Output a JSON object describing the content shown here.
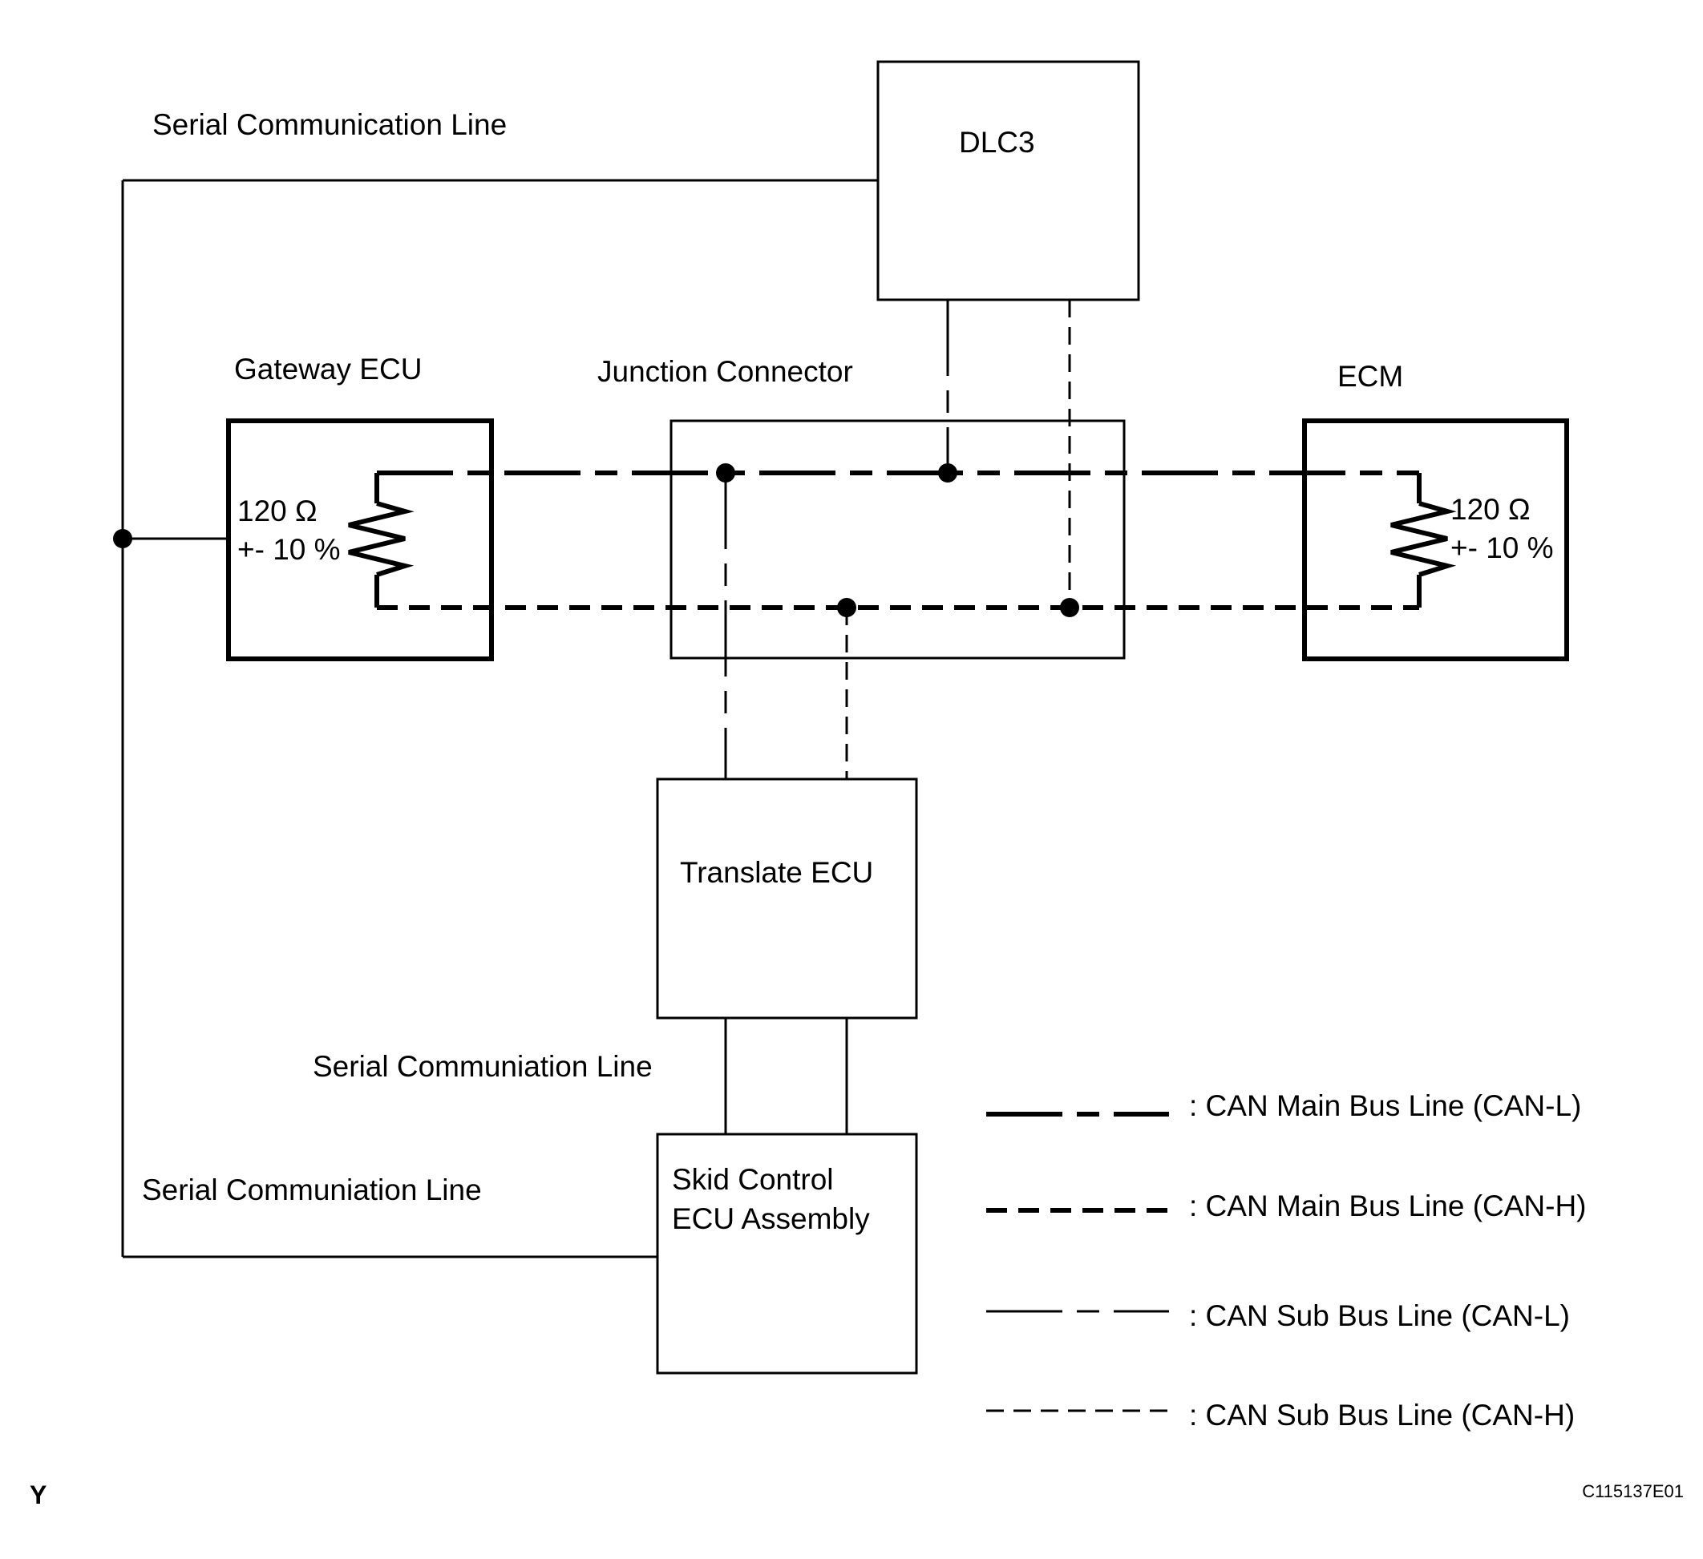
{
  "labels": {
    "serial_top": "Serial Communication Line",
    "serial_mid": "Serial Communiation Line",
    "serial_bottom": "Serial Communiation Line",
    "junction": "Junction Connector",
    "gateway": "Gateway ECU",
    "ecm": "ECM"
  },
  "boxes": {
    "dlc3": "DLC3",
    "translate": "Translate ECU",
    "skid_line1": "Skid Control",
    "skid_line2": "ECU Assembly"
  },
  "resistors": {
    "gateway_value": "120 Ω",
    "gateway_tolerance": "+- 10 %",
    "ecm_value": "120 Ω",
    "ecm_tolerance": "+- 10 %"
  },
  "legend": [
    {
      "style": "main-l",
      "label": ": CAN Main Bus Line (CAN-L)"
    },
    {
      "style": "main-h",
      "label": ": CAN Main Bus Line (CAN-H)"
    },
    {
      "style": "sub-l",
      "label": ": CAN Sub Bus Line (CAN-L)"
    },
    {
      "style": "sub-h",
      "label": ": CAN Sub Bus Line (CAN-H)"
    }
  ],
  "corner": {
    "left": "Y",
    "right": "C115137E01"
  }
}
